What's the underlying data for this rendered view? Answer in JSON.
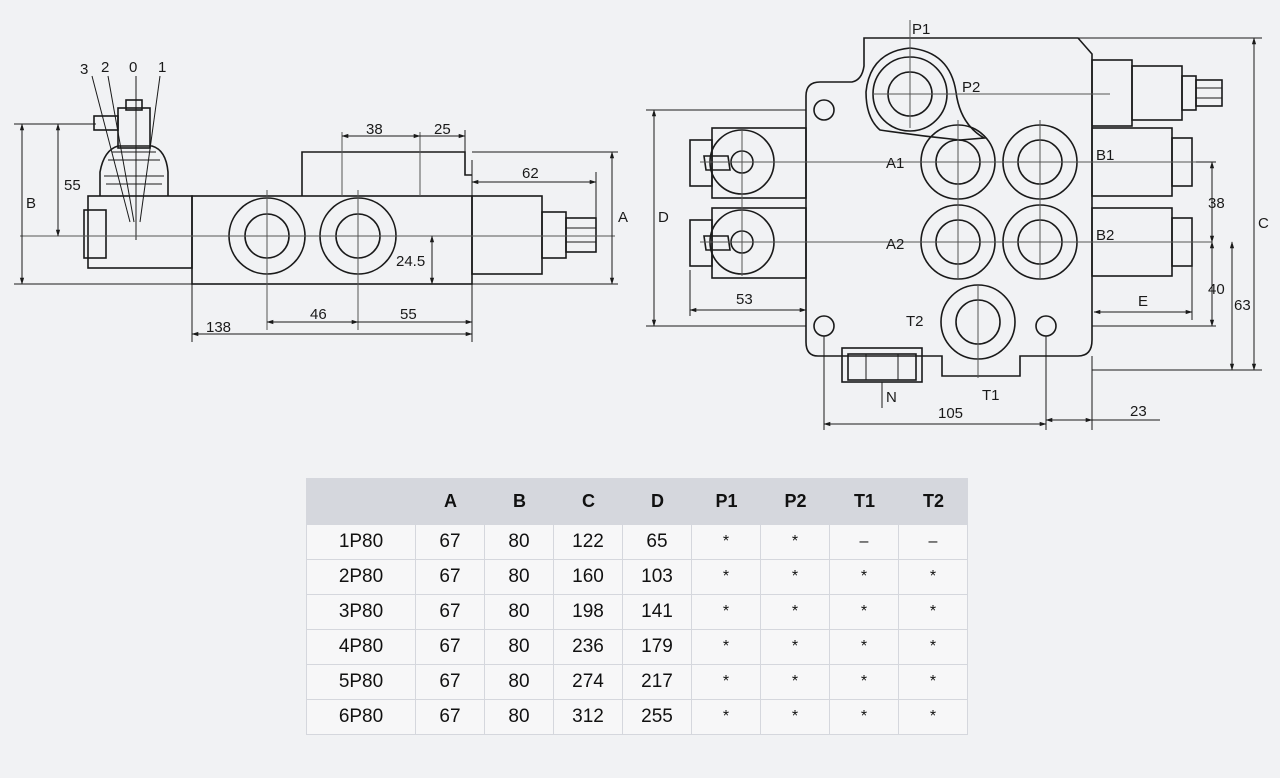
{
  "side_view": {
    "handle_positions": [
      "3",
      "2",
      "0",
      "1"
    ],
    "dims": {
      "d38": "38",
      "d25": "25",
      "d62": "62",
      "d55": "55",
      "dB": "B",
      "dA": "A",
      "d24_5": "24.5",
      "d138": "138",
      "d46": "46",
      "d55b": "55"
    }
  },
  "front_view": {
    "ports": {
      "P1": "P1",
      "P2": "P2",
      "A1": "A1",
      "B1": "B1",
      "A2": "A2",
      "B2": "B2",
      "T2": "T2",
      "T1": "T1",
      "N": "N"
    },
    "dims": {
      "dD": "D",
      "d53": "53",
      "dC": "C",
      "d38": "38",
      "d40": "40",
      "d63": "63",
      "dE": "E",
      "d105": "105",
      "d23": "23"
    }
  },
  "table": {
    "headers": [
      "",
      "A",
      "B",
      "C",
      "D",
      "P1",
      "P2",
      "T1",
      "T2"
    ],
    "rows": [
      [
        "1P80",
        "67",
        "80",
        "122",
        "65",
        "*",
        "*",
        "–",
        "–"
      ],
      [
        "2P80",
        "67",
        "80",
        "160",
        "103",
        "*",
        "*",
        "*",
        "*"
      ],
      [
        "3P80",
        "67",
        "80",
        "198",
        "141",
        "*",
        "*",
        "*",
        "*"
      ],
      [
        "4P80",
        "67",
        "80",
        "236",
        "179",
        "*",
        "*",
        "*",
        "*"
      ],
      [
        "5P80",
        "67",
        "80",
        "274",
        "217",
        "*",
        "*",
        "*",
        "*"
      ],
      [
        "6P80",
        "67",
        "80",
        "312",
        "255",
        "*",
        "*",
        "*",
        "*"
      ]
    ]
  }
}
